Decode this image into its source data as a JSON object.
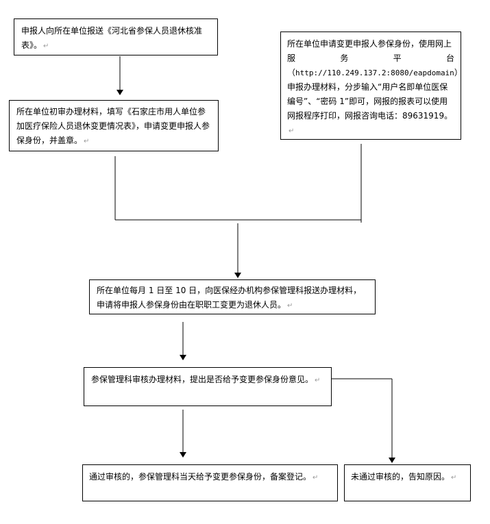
{
  "flowchart": {
    "box_submit": {
      "text": "申报人向所在单位报送《河北省参保人员退休核准表》。",
      "mark": "↵"
    },
    "box_online": {
      "line1": "所在单位申请变更申报人参保身份，使用网上",
      "line2_chars": [
        "服",
        "务",
        "平",
        "台"
      ],
      "paren_open": "（",
      "url": "http://110.249.137.2:8080/eapdomain",
      "paren_close": "）",
      "rest": "申报办理材料，分步输入“用户名即单位医保编号”、“密码 1”即可，网报的报表可以使用网报程序打印，网报咨询电话：89631919。",
      "mark": "↵"
    },
    "box_initial": {
      "text": "所在单位初审办理材料，填写《石家庄市用人单位参加医疗保险人员退休变更情况表》，申请变更申报人参保身份，并盖章。",
      "mark": "↵"
    },
    "box_monthly": {
      "text": "所在单位每月 1 日至 10 日，向医保经办机构参保管理科报送办理材料，申请将申报人参保身份由在职职工变更为退休人员。",
      "mark": "↵"
    },
    "box_review": {
      "text": "参保管理科审核办理材料，提出是否给予变更参保身份意见。",
      "mark": "↵"
    },
    "box_pass": {
      "text": "通过审核的，参保管理科当天给予变更参保身份，备案登记。",
      "mark": "↵"
    },
    "box_fail": {
      "text": "未通过审核的，告知原因。",
      "mark": "↵"
    }
  },
  "colors": {
    "line": "#000000",
    "mark": "#999999"
  }
}
